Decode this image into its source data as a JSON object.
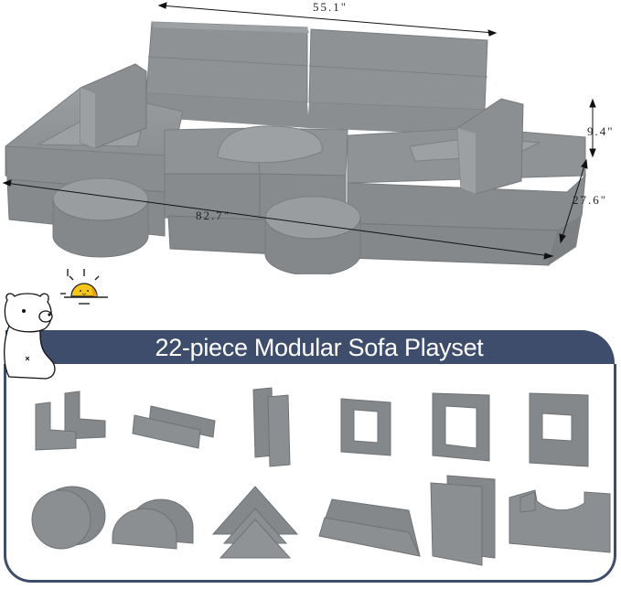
{
  "product_image": {
    "subject": "modular-kids-foam-sofa",
    "color": "#8a8d90",
    "dimensions": {
      "backrest_width": "55.1\"",
      "total_length": "82.7\"",
      "height": "9.4\"",
      "depth": "27.6\""
    }
  },
  "decorations": {
    "bear": "polar-bear-illustration",
    "sun": "smiling-sunrise-icon",
    "sun_color": "#f5c518"
  },
  "banner": {
    "title": "22-piece Modular Sofa Playset",
    "background": "#3e4d6b",
    "text_color": "#ffffff"
  },
  "pieces": {
    "row1": [
      {
        "name": "l-shaped-blocks",
        "count": 2
      },
      {
        "name": "long-bars",
        "count": 2
      },
      {
        "name": "tall-pillars",
        "count": 2
      },
      {
        "name": "small-square-frame",
        "count": 1
      },
      {
        "name": "medium-square-frame",
        "count": 1
      },
      {
        "name": "large-square-frame",
        "count": 1
      }
    ],
    "row2": [
      {
        "name": "round-discs",
        "count": 2
      },
      {
        "name": "half-moons",
        "count": 2
      },
      {
        "name": "triangles",
        "count": 3
      },
      {
        "name": "wedge-cushions",
        "count": 2
      },
      {
        "name": "flat-panels",
        "count": 2
      },
      {
        "name": "arch-cradle",
        "count": 1
      }
    ]
  }
}
